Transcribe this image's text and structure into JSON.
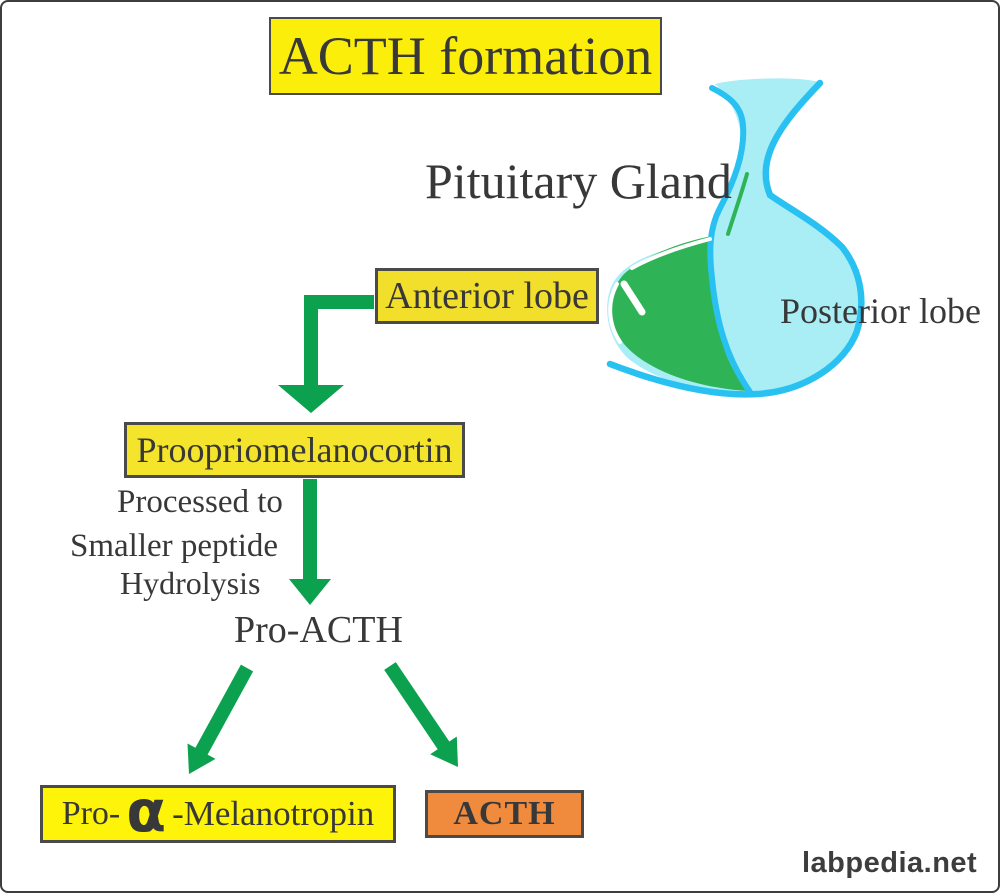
{
  "canvas": {
    "bg": "#ffffff",
    "border_color": "#3d3d3d"
  },
  "title": {
    "label": "ACTH formation",
    "bg": "#fcee0b"
  },
  "pituitary": {
    "heading": "Pituitary Gland",
    "anterior": {
      "label": "Anterior lobe",
      "bg": "#f2df2b"
    },
    "posterior_label": "Posterior lobe",
    "colors": {
      "outline": "#29c1f1",
      "posterior_fill": "#a9edf5",
      "anterior_fill": "#2eb457",
      "highlight": "#ffffff"
    }
  },
  "pathway": {
    "pomc": {
      "label": "Proopriomelanocortin",
      "bg": "#f5e42c"
    },
    "step_notes": [
      "Processed to",
      "Smaller peptide",
      "Hydrolysis"
    ],
    "pro_acth_label": "Pro-ACTH",
    "pro_alpha": {
      "prefix": "Pro-",
      "alpha": "α",
      "suffix": "-Melanotropin",
      "bg": "#fdf409"
    },
    "acth": {
      "label": "ACTH",
      "bg": "#f08b3d"
    },
    "arrow_color": "#0ba14e",
    "text_color": "#383838"
  },
  "footer": {
    "watermark": "labpedia.net"
  }
}
